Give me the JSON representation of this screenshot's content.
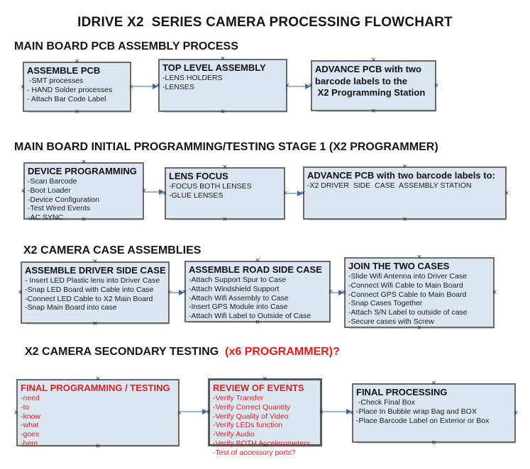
{
  "title": "IDRIVE X2  SERIES CAMERA PROCESSING FLOWCHART",
  "colors": {
    "box_fill": "#dce6f1",
    "box_border": "#6a6a6a",
    "red_text": "#d32525",
    "heading_red": "#e31c1c",
    "arrow_line": "#9fb1cd",
    "arrow_head": "#44699d"
  },
  "sections": [
    {
      "heading": "MAIN BOARD PCB ASSEMBLY PROCESS"
    },
    {
      "heading": "MAIN BOARD INITIAL PROGRAMMING/TESTING STAGE 1 (X2 PROGRAMMER)"
    },
    {
      "heading": "X2 CAMERA CASE ASSEMBLIES"
    },
    {
      "heading_black": "X2 CAMERA SECONDARY TESTING ",
      "heading_red": " (x6 PROGRAMMER)?"
    }
  ],
  "boxes": {
    "a": {
      "title": "ASSEMBLE PCB",
      "items": [
        " -SMT processes",
        "- HAND Solder processes",
        "- Attach Bar Code Label"
      ]
    },
    "b": {
      "title": "TOP LEVEL ASSEMBLY",
      "items": [
        "-LENS HOLDERS",
        "-LENSES"
      ]
    },
    "c": {
      "title_lines": [
        "ADVANCE PCB with two",
        "barcode labels to the",
        " X2 Programming Station"
      ]
    },
    "d": {
      "title": "DEVICE PROGRAMMING",
      "items": [
        "-Scan Barcode",
        "-Boot Loader",
        "-Device Configuration",
        "-Test Wired Events",
        "-AC SYNC"
      ]
    },
    "e": {
      "title": "LENS FOCUS",
      "items": [
        "-FOCUS BOTH LENSES",
        "-GLUE LENSES"
      ]
    },
    "f": {
      "title": "ADVANCE PCB with two barcode labels to:",
      "items": [
        "-X2 DRIVER  SIDE  CASE  ASSEMBLY STATION"
      ]
    },
    "g": {
      "title": "ASSEMBLE DRIVER SIDE CASE",
      "items": [
        "- Insert LED Plastic lens into Driver Case",
        "-Snap LED Board with Cable into Case",
        "-Connect LED Cable to X2 Main Board",
        "-Snap Main Board into case"
      ]
    },
    "h": {
      "title": "ASSEMBLE ROAD SIDE CASE",
      "items": [
        "-Attach Support Spur to Case",
        "-Attach Windshield Support",
        "-Attach Wifi Assembly to Case",
        "-Insert GPS Module into Case",
        "-Attach Wifi Label to Outside of Case"
      ]
    },
    "i": {
      "title": "JOIN THE TWO CASES",
      "items": [
        "-Slide Wifi Antenna into Driver Case",
        "-Connect Wifi Cable to Main Board",
        "-Connect GPS Cable to Main Board",
        "-Snap Cases Together",
        "-Attach S/N Label to outside of case",
        "-Secure cases with Screw"
      ]
    },
    "j": {
      "title": "FINAL PROGRAMMING / TESTING",
      "items": [
        "-need",
        "-to",
        "-know",
        "-what",
        "-goes",
        "-here"
      ]
    },
    "k": {
      "title": "REVIEW OF EVENTS",
      "items": [
        "-Verify Transfer",
        "-Verify Correct Quantity",
        "-Verify Quality of Video",
        "-Verify LEDs function",
        "-Verify Audio",
        "-Verify BOTH Accelerometers",
        "-Test of accessory ports?"
      ]
    },
    "l": {
      "title": "FINAL PROCESSING",
      "items": [
        " -Check Final Box",
        "-Place In Bubble wrap Bag and BOX",
        "-Place Barcode Label on Exterior or Box"
      ]
    }
  },
  "arrows": [
    {
      "from": "assemble-pcb",
      "to": "top-level-assembly"
    },
    {
      "from": "top-level-assembly",
      "to": "advance-pcb-programming-station"
    },
    {
      "from": "device-programming",
      "to": "lens-focus"
    },
    {
      "from": "lens-focus",
      "to": "advance-pcb-driver-side"
    },
    {
      "from": "assemble-driver-side-case",
      "to": "assemble-road-side-case"
    },
    {
      "from": "assemble-road-side-case",
      "to": "join-two-cases"
    },
    {
      "from": "final-programming-testing",
      "to": "review-of-events"
    },
    {
      "from": "review-of-events",
      "to": "final-processing"
    }
  ]
}
